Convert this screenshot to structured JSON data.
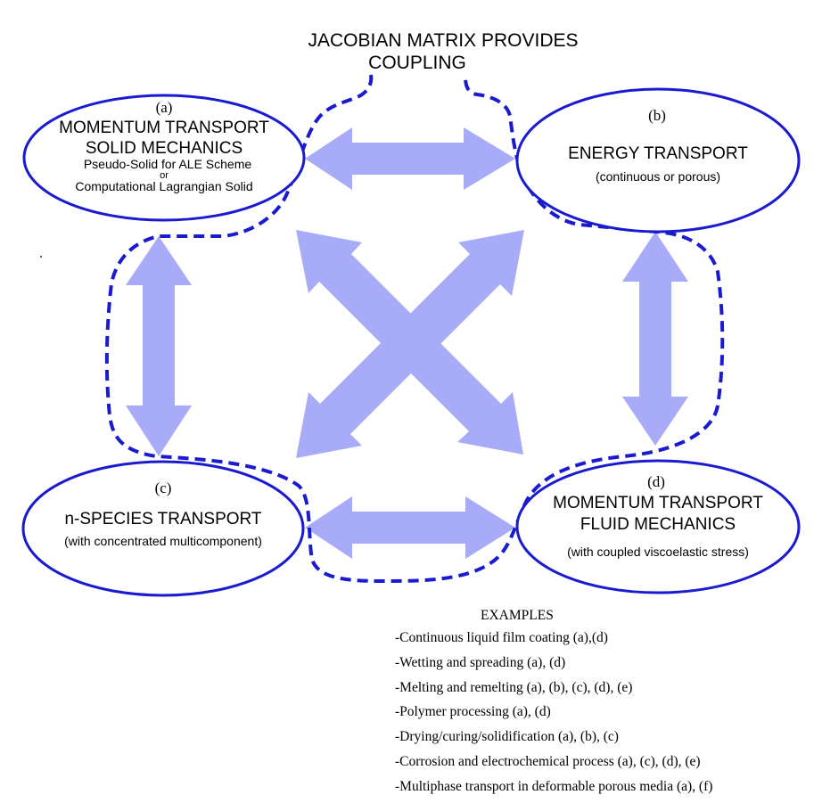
{
  "title_line1": "JACOBIAN MATRIX PROVIDES",
  "title_line2": "COUPLING",
  "nodes": {
    "a": {
      "tag": "(a)",
      "title1": "MOMENTUM TRANSPORT",
      "title2": "SOLID MECHANICS",
      "sub1": "Pseudo-Solid for ALE Scheme",
      "sub2": "or",
      "sub3": "Computational Lagrangian Solid"
    },
    "b": {
      "tag": "(b)",
      "title1": "ENERGY TRANSPORT",
      "sub1": "(continuous or porous)"
    },
    "c": {
      "tag": "(c)",
      "title1": "n-SPECIES TRANSPORT",
      "sub1": "(with concentrated multicomponent)"
    },
    "d": {
      "tag": "(d)",
      "title1": "MOMENTUM TRANSPORT",
      "title2": "FLUID MECHANICS",
      "sub1": "(with coupled viscoelastic stress)"
    }
  },
  "examples": {
    "heading": "EXAMPLES",
    "items": [
      "-Continuous liquid film coating (a),(d)",
      "-Wetting and spreading (a), (d)",
      "-Melting and remelting (a), (b), (c), (d), (e)",
      "-Polymer processing (a), (d)",
      "-Drying/curing/solidification (a), (b), (c)",
      "-Corrosion and electrochemical process (a), (c), (d), (e)",
      "-Multiphase transport in deformable porous media (a), (f)"
    ]
  },
  "colors": {
    "ellipse_stroke": "#1a1ad0",
    "arrow_fill": "#a8abf8",
    "dashed_line": "#1a1ad0"
  }
}
